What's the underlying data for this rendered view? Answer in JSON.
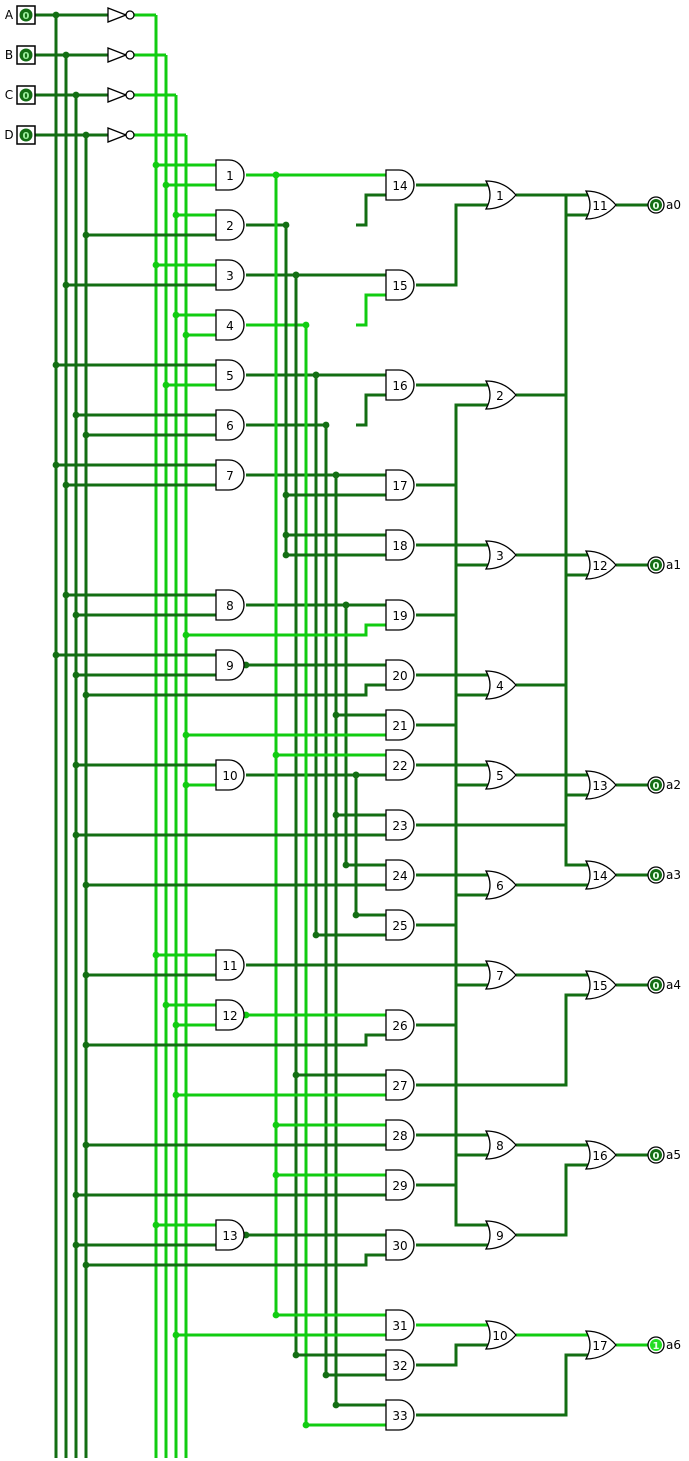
{
  "inputs": [
    {
      "label": "A",
      "value": "0"
    },
    {
      "label": "B",
      "value": "0"
    },
    {
      "label": "C",
      "value": "0"
    },
    {
      "label": "D",
      "value": "0"
    }
  ],
  "and_gates": [
    "1",
    "2",
    "3",
    "4",
    "5",
    "6",
    "7",
    "8",
    "9",
    "10",
    "11",
    "12",
    "13",
    "14",
    "15",
    "16",
    "17",
    "18",
    "19",
    "20",
    "21",
    "22",
    "23",
    "24",
    "25",
    "26",
    "27",
    "28",
    "29",
    "30",
    "31",
    "32",
    "33"
  ],
  "or_gates": [
    "1",
    "2",
    "3",
    "4",
    "5",
    "6",
    "7",
    "8",
    "9",
    "10",
    "11",
    "12",
    "13",
    "14",
    "15",
    "16",
    "17"
  ],
  "outputs": [
    {
      "label": "a0",
      "value": "0"
    },
    {
      "label": "a1",
      "value": "0"
    },
    {
      "label": "a2",
      "value": "0"
    },
    {
      "label": "a3",
      "value": "0"
    },
    {
      "label": "a4",
      "value": "0"
    },
    {
      "label": "a5",
      "value": "0"
    },
    {
      "label": "a6",
      "value": "1"
    }
  ],
  "colors": {
    "wire_low": "#136e13",
    "wire_high": "#11cc11",
    "gate_stroke": "#000000",
    "pin_low": "#136e13",
    "pin_high": "#22dd22"
  }
}
